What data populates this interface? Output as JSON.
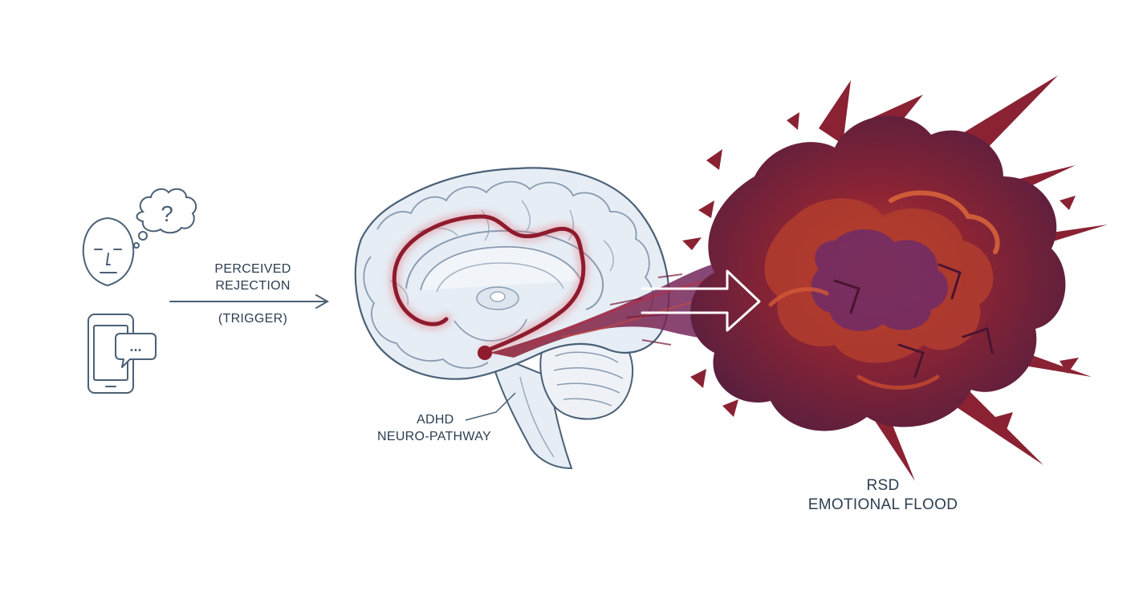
{
  "trigger": {
    "line1": "PERCEIVED",
    "line2": "REJECTION",
    "line3": "(TRIGGER)"
  },
  "thought_bubble": {
    "symbol": "?"
  },
  "chat_bubble": {
    "symbol": "..."
  },
  "pathway": {
    "line1": "ADHD",
    "line2": "NEURO-PATHWAY"
  },
  "outcome": {
    "line1": "RSD",
    "line2": "EMOTIONAL FLOOD"
  },
  "colors": {
    "line": "#4a6076",
    "brain_fill": "#e6edf5",
    "pathway_red": "#8e1b2e",
    "flood_dark": "#5a1f3e",
    "flood_mid": "#8a2233",
    "flood_orange": "#c04a2a",
    "flood_purple": "#6a2a6a"
  }
}
